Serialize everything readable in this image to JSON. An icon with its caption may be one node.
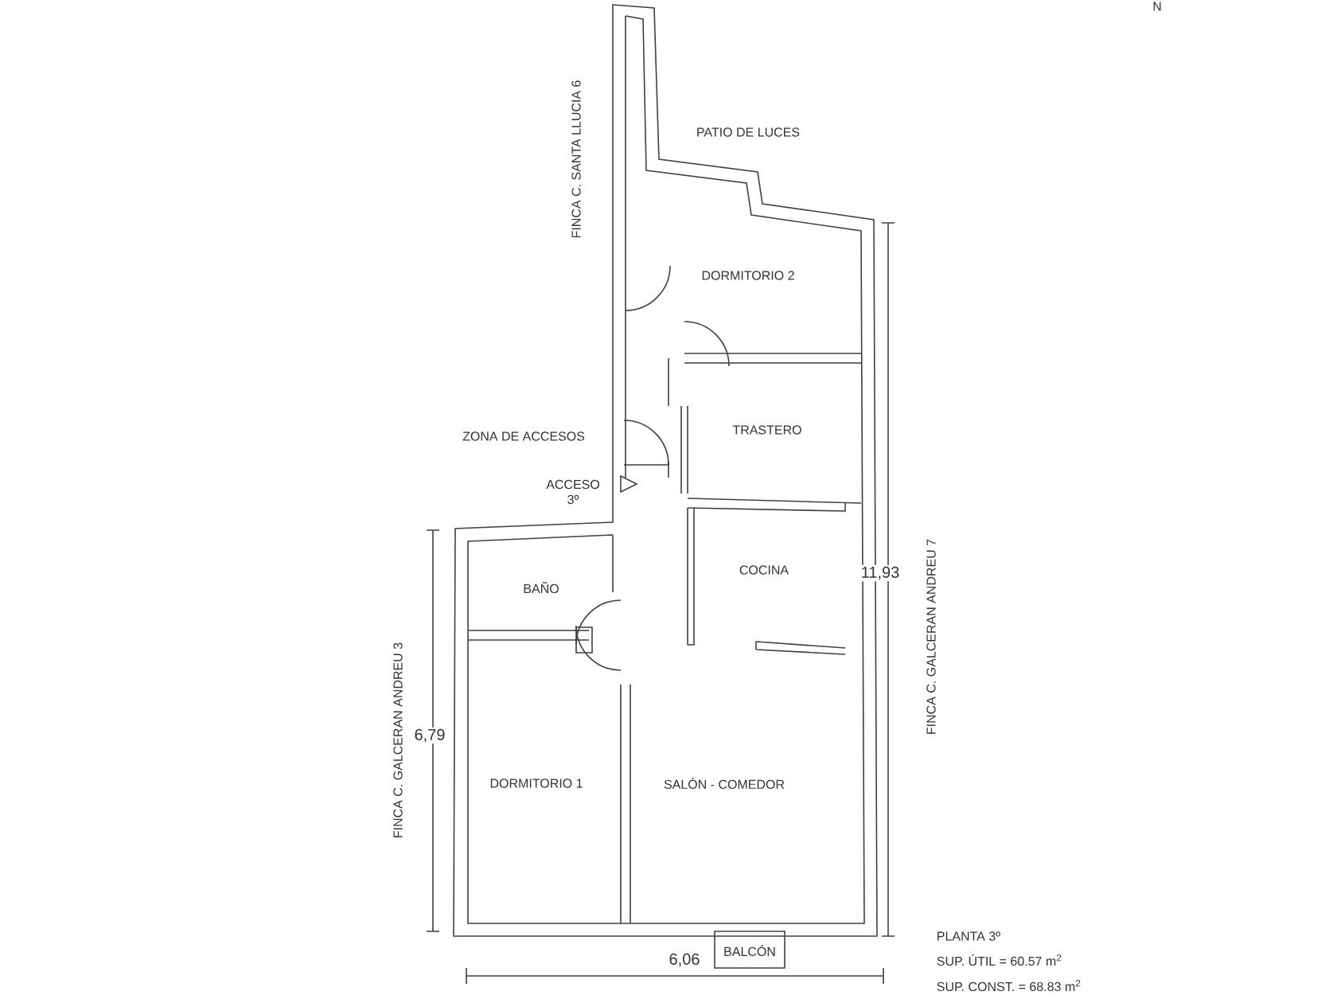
{
  "diagram": {
    "labels": [
      "N",
      "FINCA C. SANTA LLUCIA 6",
      "PATIO DE LUCES",
      "DORMITORIO 2",
      "ZONA DE ACCESOS",
      "TRASTERO",
      "ACCESO 3º",
      "BAÑO",
      "COCINA",
      "11,93",
      "6,79",
      "FINCA C. GALCERAN ANDREU 3",
      "FINCA C. GALCERAN ANDREU 7",
      "DORMITORIO 1",
      "SALÓN - COMEDOR",
      "BALCÓN",
      "6,06",
      "PLANTA 3º",
      "SUP. ÚTIL = 60.57 m$^{2}$",
      "SUP. CONST. = 68.83 m$^{2}$"
    ]
  }
}
